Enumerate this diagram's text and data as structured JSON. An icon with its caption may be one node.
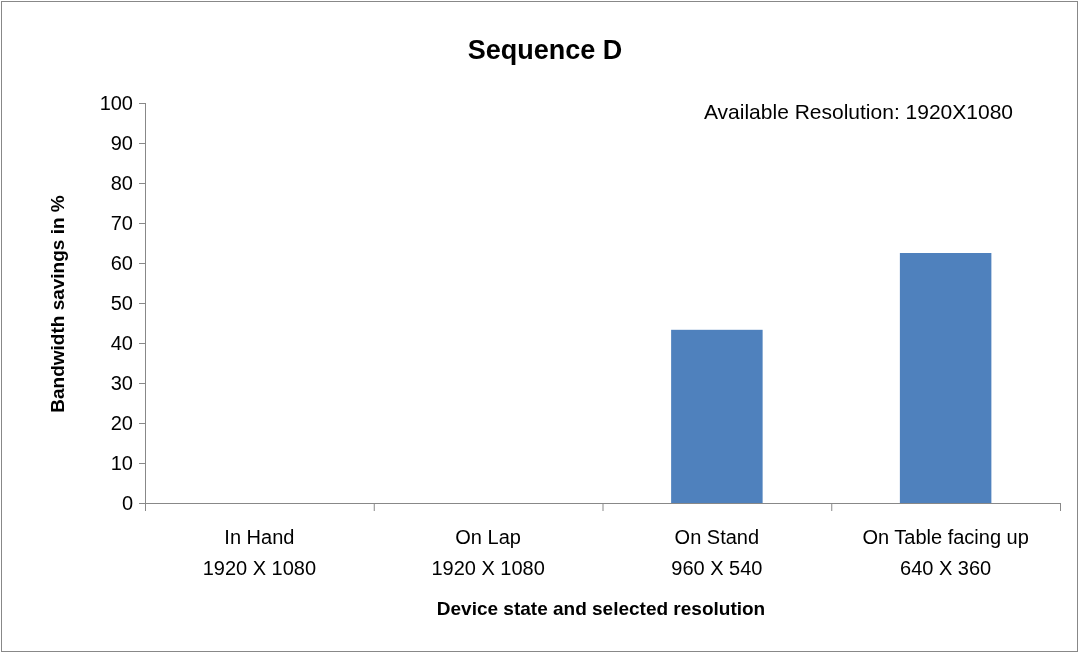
{
  "diagram": {
    "chart_data": {
      "type": "bar",
      "title": "Sequence D",
      "xlabel": "Device state and selected resolution",
      "ylabel": "Bandwidth savings in %",
      "categories": [
        "In Hand 1920 X 1080",
        "On Lap 1920 X 1080",
        "On Stand 960 X 540",
        "On Table facing up 640 X 360"
      ],
      "series": [
        {
          "color": "#4f81bd",
          "values": [
            0,
            0,
            43.3,
            62.5
          ]
        }
      ],
      "ylim": [
        0,
        100
      ],
      "yticks": [
        0,
        10,
        20,
        30,
        40,
        50,
        60,
        70,
        80,
        90,
        100
      ],
      "annotations": [
        "Available Resolution: 1920X1080"
      ]
    }
  }
}
